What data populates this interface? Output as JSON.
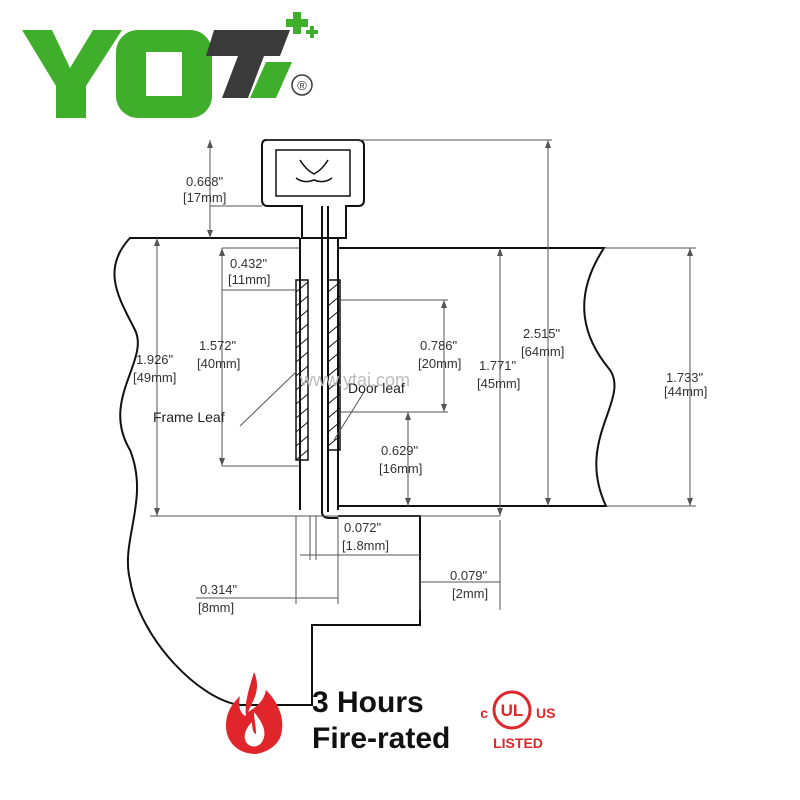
{
  "brand": {
    "name": "YOTI",
    "registered_mark": "®",
    "color": "#3fae2a",
    "dark_color": "#3a3a3a"
  },
  "watermark": "www.ytai.com",
  "labels": {
    "frame_leaf": "Frame Leaf",
    "door_leaf": "Door leaf"
  },
  "dimensions": {
    "d0668": {
      "in": "0.668\"",
      "mm": "[17mm]"
    },
    "d0432": {
      "in": "0.432\"",
      "mm": "[11mm]"
    },
    "d1926": {
      "in": "1.926\"",
      "mm": "[49mm]"
    },
    "d1572": {
      "in": "1.572\"",
      "mm": "[40mm]"
    },
    "d0786": {
      "in": "0.786\"",
      "mm": "[20mm]"
    },
    "d2515": {
      "in": "2.515\"",
      "mm": "[64mm]"
    },
    "d1771": {
      "in": "1.771\"",
      "mm": "[45mm]"
    },
    "d1733": {
      "in": "1.733\"",
      "mm": "[44mm]"
    },
    "d0629": {
      "in": "0.629\"",
      "mm": "[16mm]"
    },
    "d0072": {
      "in": "0.072\"",
      "mm": "[1.8mm]"
    },
    "d0079": {
      "in": "0.079\"",
      "mm": "[2mm]"
    },
    "d0314": {
      "in": "0.314\"",
      "mm": "[8mm]"
    }
  },
  "fire_rating": {
    "line1": "3 Hours",
    "line2": "Fire-rated",
    "flame_color": "#e0262b"
  },
  "certification": {
    "mark": "UL",
    "left": "c",
    "right": "US",
    "listed": "LISTED",
    "color": "#e0262b"
  }
}
